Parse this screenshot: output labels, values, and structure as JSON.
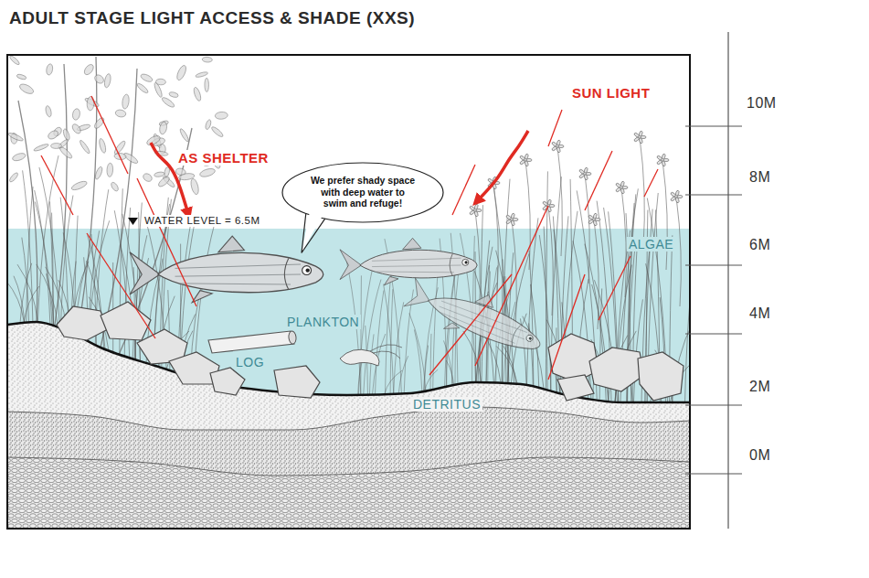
{
  "diagram": {
    "title": "ADULT STAGE LIGHT ACCESS & SHADE (XXS)",
    "nodes": [
      {
        "text": [
          "We prefer shady space with deep water to swim and refuge!"
        ]
      }
    ],
    "labels": [
      "AS SHELTER",
      "SUN LIGHT",
      "WATER LEVEL = 6.5M",
      "ALGAE",
      "PLANKTON",
      "LOG",
      "DETRITUS",
      "10M",
      "8M",
      "6M",
      "4M",
      "2M",
      "0M"
    ]
  }
}
